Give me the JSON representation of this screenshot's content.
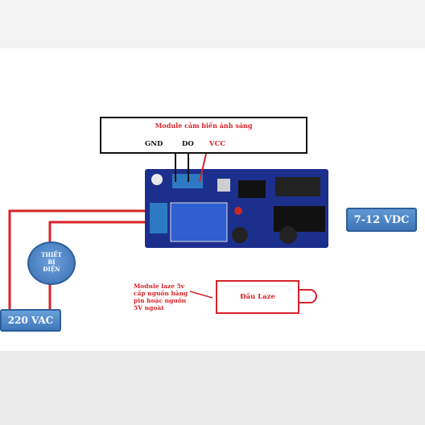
{
  "sensor_module": {
    "title": "Module cảm biến ánh sáng",
    "pins": {
      "gnd": "GND",
      "do": "DO",
      "vcc": "VCC"
    }
  },
  "power_tags": {
    "dc": "7-12 VDC",
    "ac": "220 VAC"
  },
  "load": {
    "lines": [
      "THIẾT",
      "BỊ",
      "ĐIỆN"
    ]
  },
  "laser": {
    "note_lines": [
      "Module laze 5v",
      "cấp nguồn bằng",
      "pin hoặc nguồn",
      "5V ngoài"
    ],
    "head_label": "Đầu Laze"
  },
  "colors": {
    "wire": "#d8232a",
    "board": "#1c2f8c",
    "tag": "#3d75b8"
  }
}
